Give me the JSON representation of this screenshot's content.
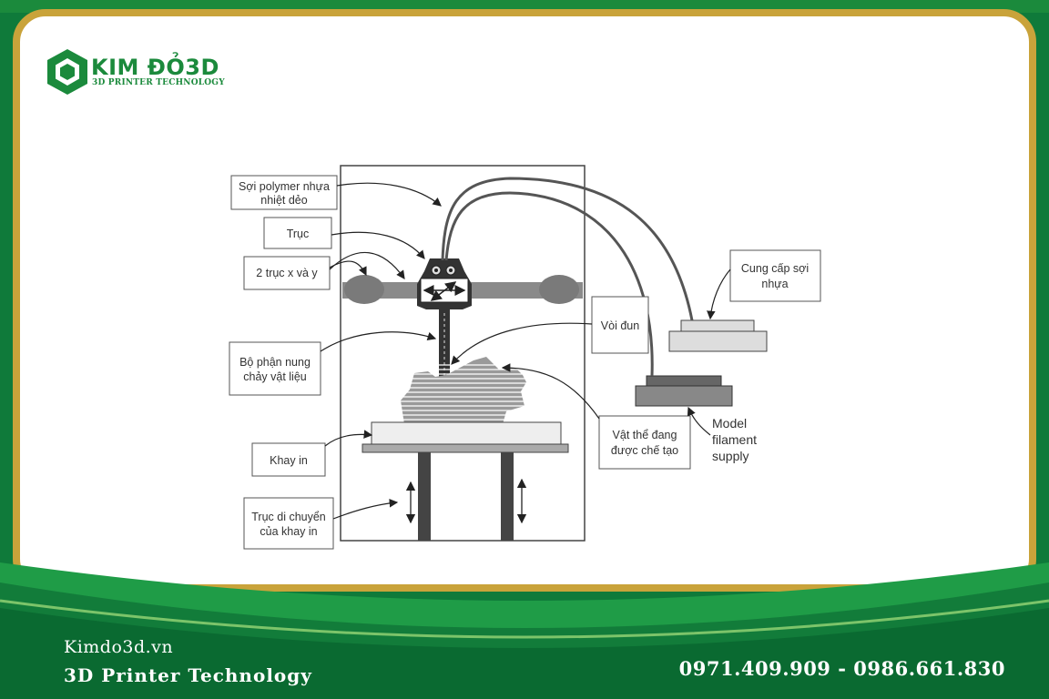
{
  "brand": {
    "name_main": "KIM ĐỎ",
    "name_accent": "3D",
    "tagline": "3D PRINTER TECHNOLOGY",
    "primary_color": "#1b8a3c",
    "gold_color": "#c9a33a"
  },
  "diagram": {
    "labels": {
      "filament_l1": "Sợi polymer nhựa",
      "filament_l2": "nhiệt dẻo",
      "shaft": "Trục",
      "xy_l1": "2 trục x và y",
      "heater_l1": "Bộ phận nung",
      "heater_l2": "chảy vật liệu",
      "tray": "Khay in",
      "tray_axis_l1": "Trục di chuyển",
      "tray_axis_l2": "của khay in",
      "supply_l1": "Cung cấp sợi",
      "supply_l2": "nhựa",
      "nozzle": "Vòi đun",
      "object_l1": "Vật thể đang",
      "object_l2": "được chế tạo",
      "model_l1": "Model",
      "model_l2": "filament",
      "model_l3": "supply"
    }
  },
  "footer": {
    "website": "Kimdo3d.vn",
    "slogan": "3D Printer Technology",
    "phones": "0971.409.909 - 0986.661.830"
  }
}
